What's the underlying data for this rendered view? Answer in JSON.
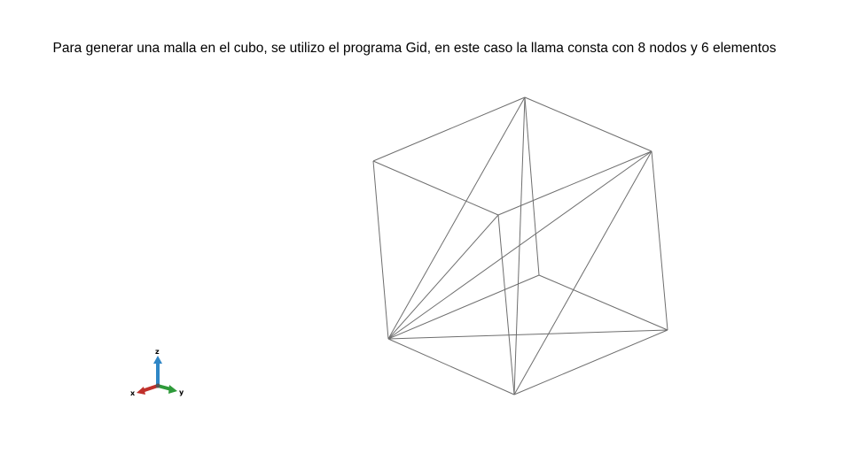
{
  "caption": "Para generar una malla en el cubo, se utilizo el programa Gid, en este caso la llama consta con 8 nodos y 6 elementos",
  "axes": {
    "x_label": "x",
    "y_label": "y",
    "z_label": "z",
    "x_color": "#c0302b",
    "y_color": "#2e9a3a",
    "z_color": "#2f86c6"
  },
  "mesh": {
    "line_color": "#6e6e6e",
    "background": "#ffffff"
  }
}
